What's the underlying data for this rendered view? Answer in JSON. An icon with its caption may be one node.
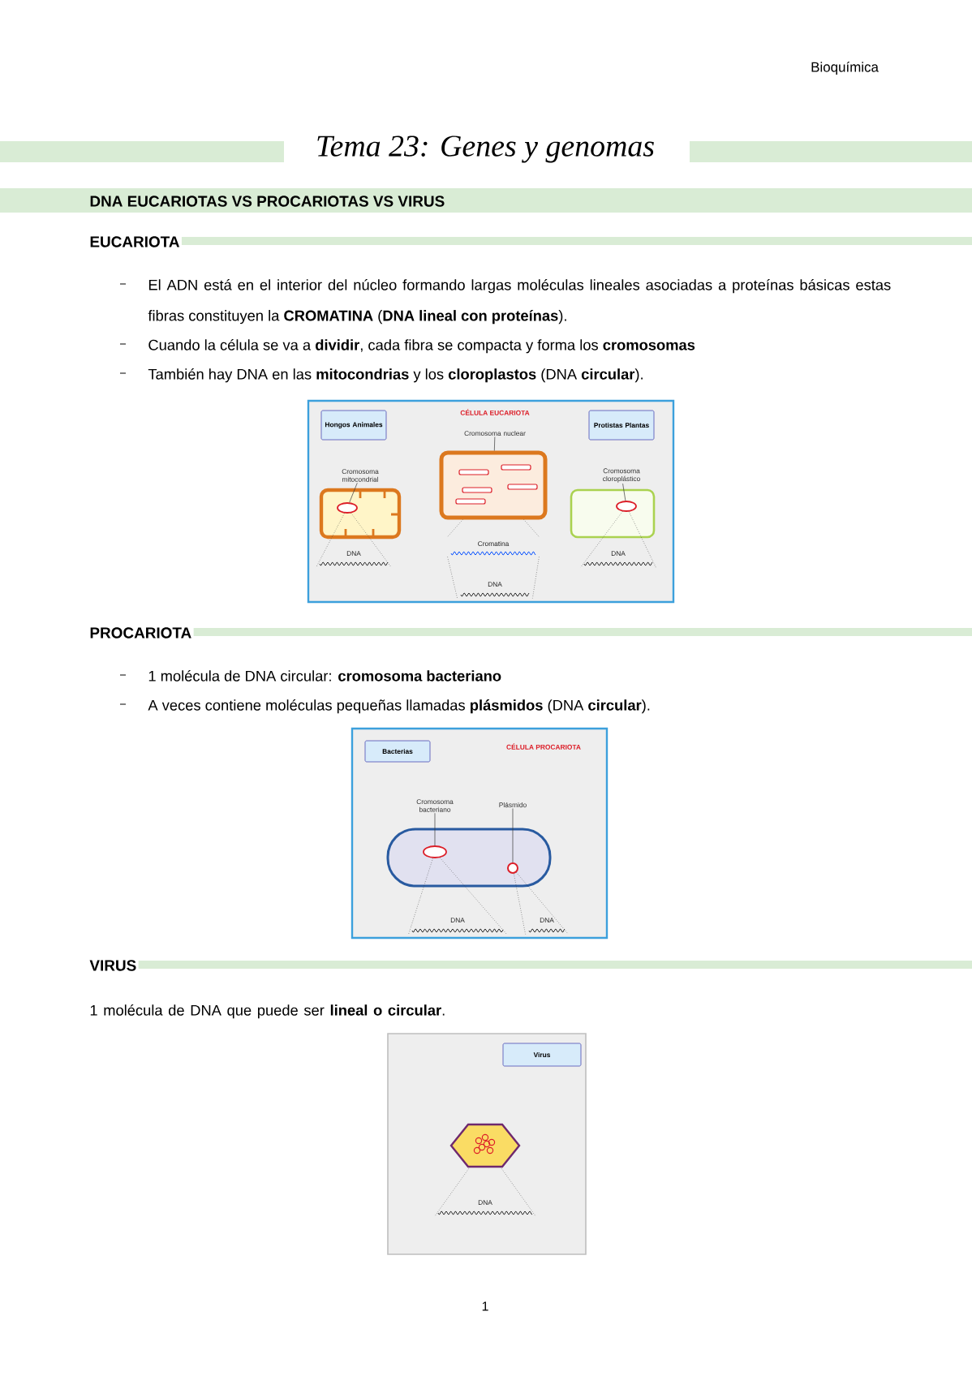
{
  "diagram": {
    "title": "Tema 23: Genes y genomas",
    "nodes": [
      {
        "text": [
          "CÉLULA EUCARIOTA"
        ]
      },
      {
        "text": [
          "Hongos Animales"
        ],
        "in": 0
      },
      {
        "text": [
          "Protistas Plantas"
        ],
        "in": 0
      },
      {
        "text": [
          "Cromosoma mitocondrial"
        ],
        "in": 0
      },
      {
        "text": [],
        "shape": "ellipse",
        "in": 0
      },
      {
        "text": [
          "DNA"
        ],
        "in": 0
      },
      {
        "text": [
          "Cromosoma nuclear"
        ],
        "in": 0
      },
      {
        "text": [],
        "shape": "box",
        "in": 0
      },
      {
        "text": [
          "Cromatina"
        ],
        "in": 0
      },
      {
        "text": [
          "DNA"
        ],
        "in": 0
      },
      {
        "text": [
          "Cromosoma cloroplástico"
        ],
        "in": 0
      },
      {
        "text": [],
        "shape": "ellipse",
        "in": 0
      },
      {
        "text": [
          "DNA"
        ],
        "in": 0
      },
      {
        "text": [
          "CÉLULA PROCARIOTA"
        ]
      },
      {
        "text": [
          "Bacterias"
        ],
        "in": 13
      },
      {
        "text": [
          "Cromosoma bacteriano"
        ],
        "in": 13
      },
      {
        "text": [
          "Plásmido"
        ],
        "in": 13
      },
      {
        "text": [],
        "shape": "ellipse",
        "in": 13
      },
      {
        "text": [],
        "shape": "circle",
        "in": 13
      },
      {
        "text": [
          "DNA"
        ],
        "in": 13
      },
      {
        "text": [
          "DNA"
        ],
        "in": 13
      },
      {
        "text": [],
        "shape": "box"
      },
      {
        "text": [
          "Virus"
        ],
        "in": 21
      },
      {
        "text": [],
        "shape": "hexagon",
        "in": 21
      },
      {
        "text": [
          "DNA"
        ],
        "in": 21
      }
    ],
    "edges": [
      {
        "from": 3,
        "to": 4,
        "arrow": "none"
      },
      {
        "from": 4,
        "to": 5,
        "arrow": "none",
        "style": "dashed"
      },
      {
        "from": 4,
        "to": 5,
        "arrow": "none",
        "style": "dashed"
      },
      {
        "from": 6,
        "to": 7,
        "arrow": "none"
      },
      {
        "from": 7,
        "to": 8,
        "arrow": "none",
        "style": "dashed"
      },
      {
        "from": 7,
        "to": 8,
        "arrow": "none",
        "style": "dashed"
      },
      {
        "from": 8,
        "to": 9,
        "arrow": "none",
        "style": "dashed"
      },
      {
        "from": 8,
        "to": 9,
        "arrow": "none",
        "style": "dashed"
      },
      {
        "from": 10,
        "to": 11,
        "arrow": "none"
      },
      {
        "from": 11,
        "to": 12,
        "arrow": "none",
        "style": "dashed"
      },
      {
        "from": 11,
        "to": 12,
        "arrow": "none",
        "style": "dashed"
      },
      {
        "from": 15,
        "to": 17,
        "arrow": "none"
      },
      {
        "from": 16,
        "to": 18,
        "arrow": "none"
      },
      {
        "from": 17,
        "to": 19,
        "arrow": "none",
        "style": "dashed"
      },
      {
        "from": 17,
        "to": 19,
        "arrow": "none",
        "style": "dashed"
      },
      {
        "from": 18,
        "to": 20,
        "arrow": "none",
        "style": "dashed"
      },
      {
        "from": 18,
        "to": 20,
        "arrow": "none",
        "style": "dashed"
      },
      {
        "from": 23,
        "to": 24,
        "arrow": "none",
        "style": "dashed"
      },
      {
        "from": 23,
        "to": 24,
        "arrow": "none",
        "style": "dashed"
      }
    ],
    "labels": [
      "Bioquímica",
      "DNA EUCARIOTAS VS PROCARIOTAS VS VIRUS",
      "EUCARIOTA",
      "El ADN está en el interior del núcleo formando largas moléculas lineales asociadas a proteínas básicas estas fibras constituyen la **CROMATINA** (**DNA lineal con proteínas**).",
      "Cuando la célula se va a **dividir**, cada fibra se compacta y forma los **cromosomas**",
      "También hay DNA en las **mitocondrias** y los **cloroplastos** (DNA **circular**).",
      "PROCARIOTA",
      "1 molécula de DNA circular: **cromosoma bacteriano**",
      "A veces contiene moléculas pequeñas llamadas **plásmidos** (DNA **circular**).",
      "VIRUS",
      "1 molécula de DNA que puede ser **lineal o circular**.",
      "1"
    ]
  }
}
